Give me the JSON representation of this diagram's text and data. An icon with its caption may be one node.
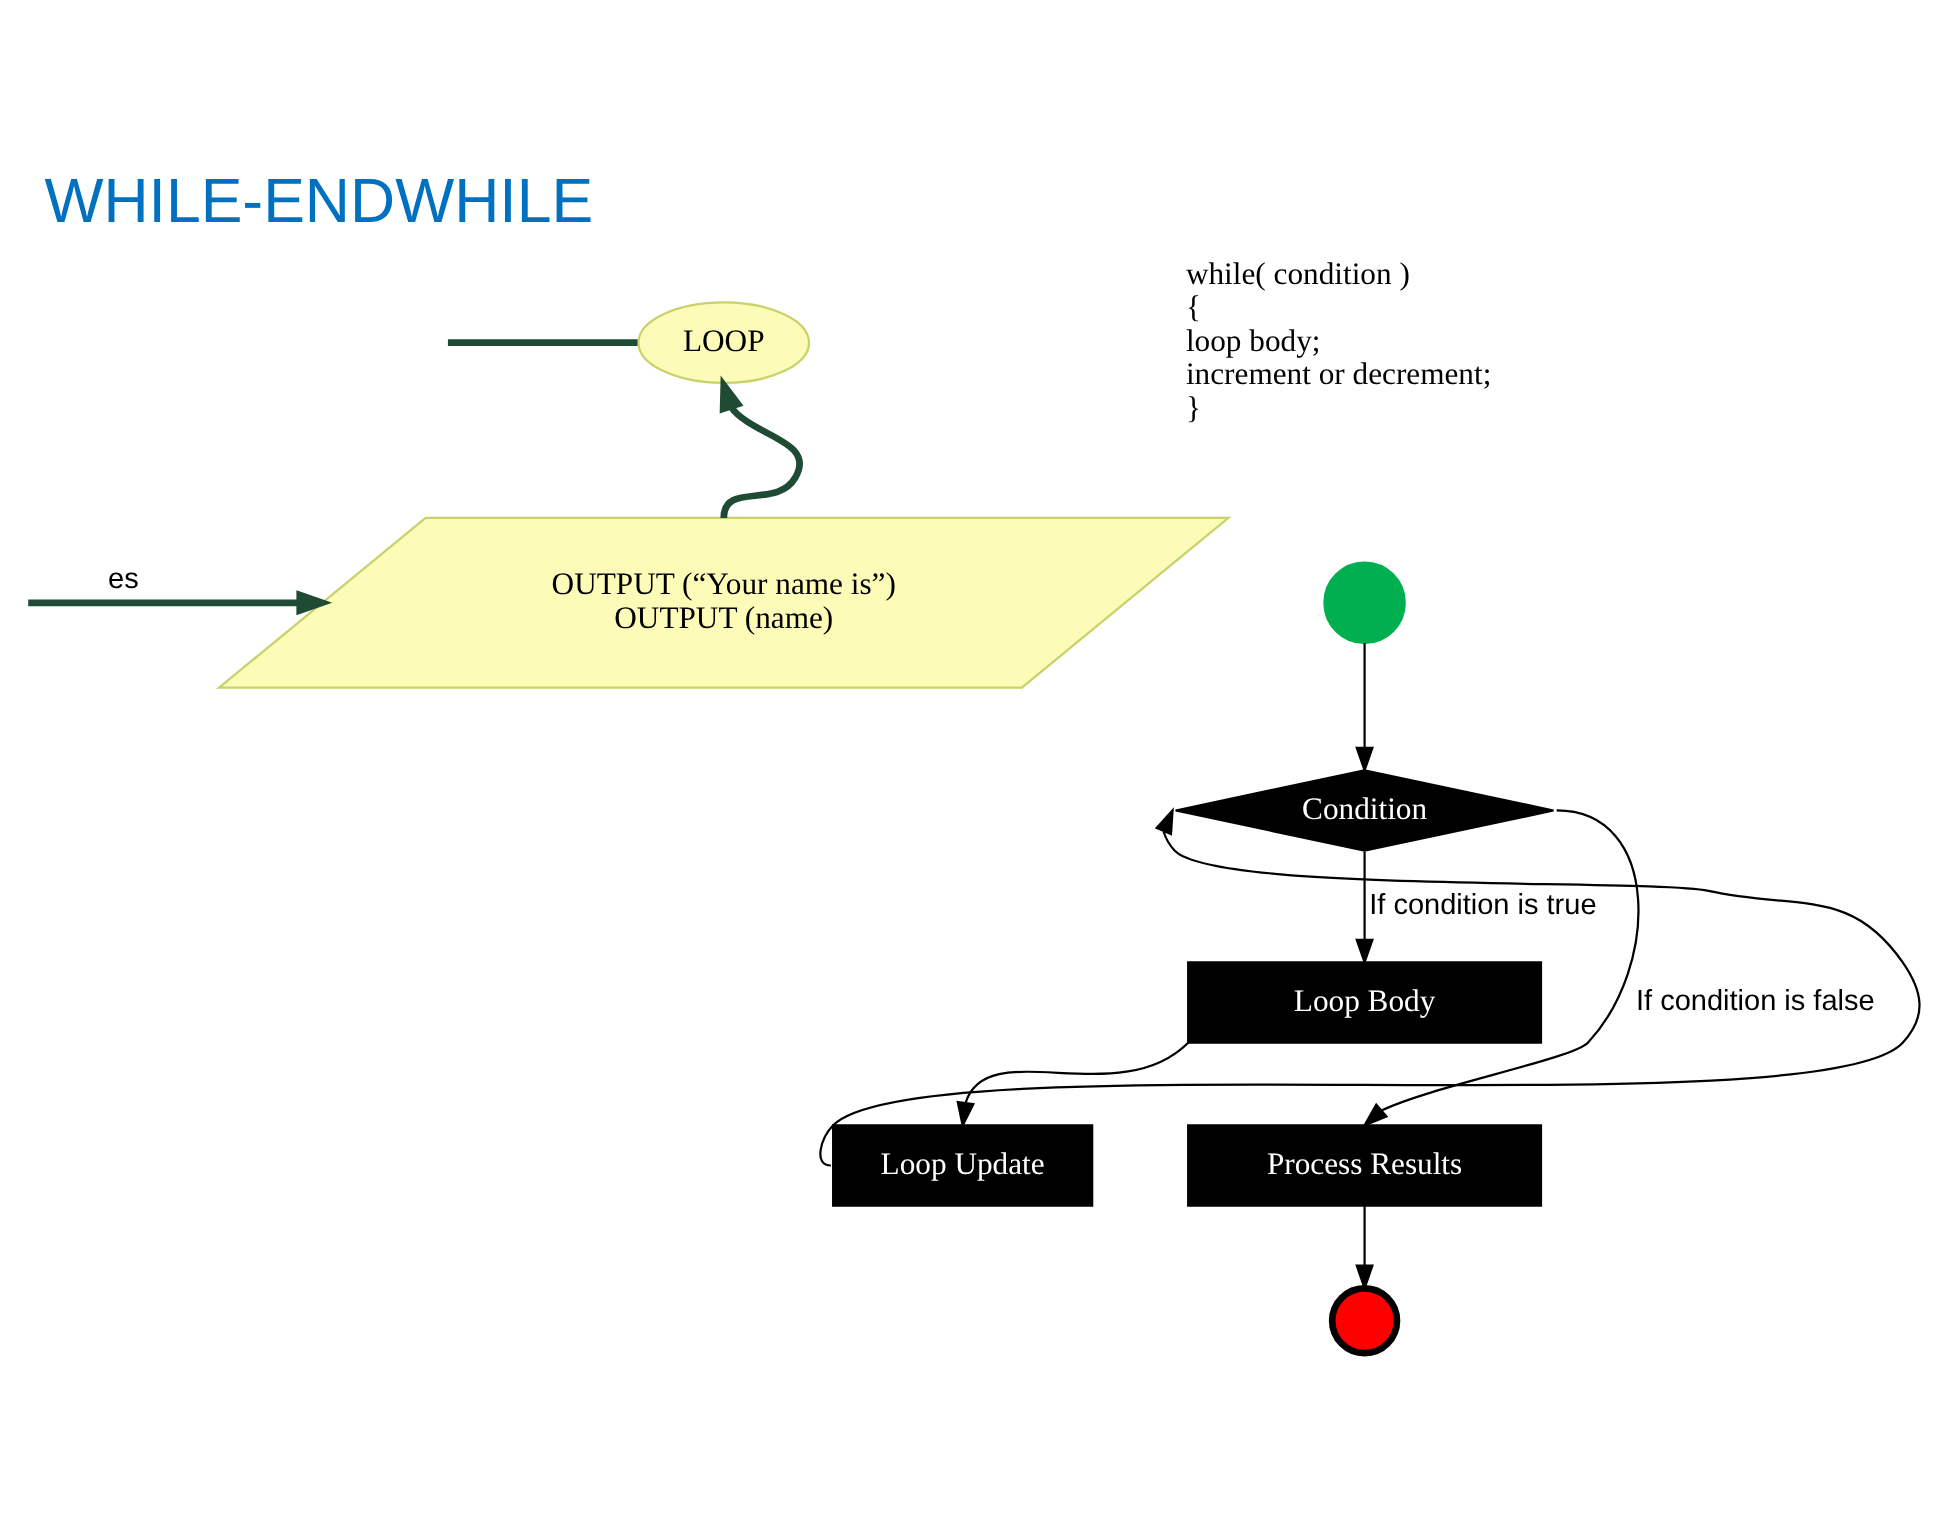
{
  "diagram": {
    "title": "WHILE-ENDWHILE",
    "nodes": [
      {
        "text": [
          "LOOP"
        ]
      },
      {
        "text": [
          "OUTPUT (“Your name is”)",
          "OUTPUT (name)"
        ]
      },
      {
        "text": [],
        "shape": "circle"
      },
      {
        "text": [
          "Condition"
        ]
      },
      {
        "text": [
          "Loop Update"
        ]
      },
      {
        "text": [
          "Loop Body"
        ]
      },
      {
        "text": [
          "Process Results"
        ]
      },
      {
        "text": [],
        "shape": "circle"
      }
    ],
    "edges": [
      {
        "from": null,
        "to": 0,
        "arrow": "none",
        "color": "#1f4a33",
        "style": "thick"
      },
      {
        "from": null,
        "to": 1,
        "arrow": "to",
        "label": "es",
        "color": "#1f4a33",
        "style": "thick"
      },
      {
        "from": 1,
        "to": 0,
        "arrow": "to",
        "color": "#1f4a33",
        "style": "thick"
      },
      {
        "from": 2,
        "to": 3,
        "arrow": "to"
      },
      {
        "from": 3,
        "to": 5,
        "arrow": "to",
        "label": "If condition is true"
      },
      {
        "from": 5,
        "to": 4,
        "arrow": "to"
      },
      {
        "from": 4,
        "to": 3,
        "arrow": "to"
      },
      {
        "from": 3,
        "to": 6,
        "arrow": "to",
        "label": "If condition is false"
      },
      {
        "from": 6,
        "to": 7,
        "arrow": "to"
      }
    ],
    "labels": [
      "while( condition )",
      "{",
      "loop body;",
      "increment or decrement;",
      "}"
    ]
  }
}
